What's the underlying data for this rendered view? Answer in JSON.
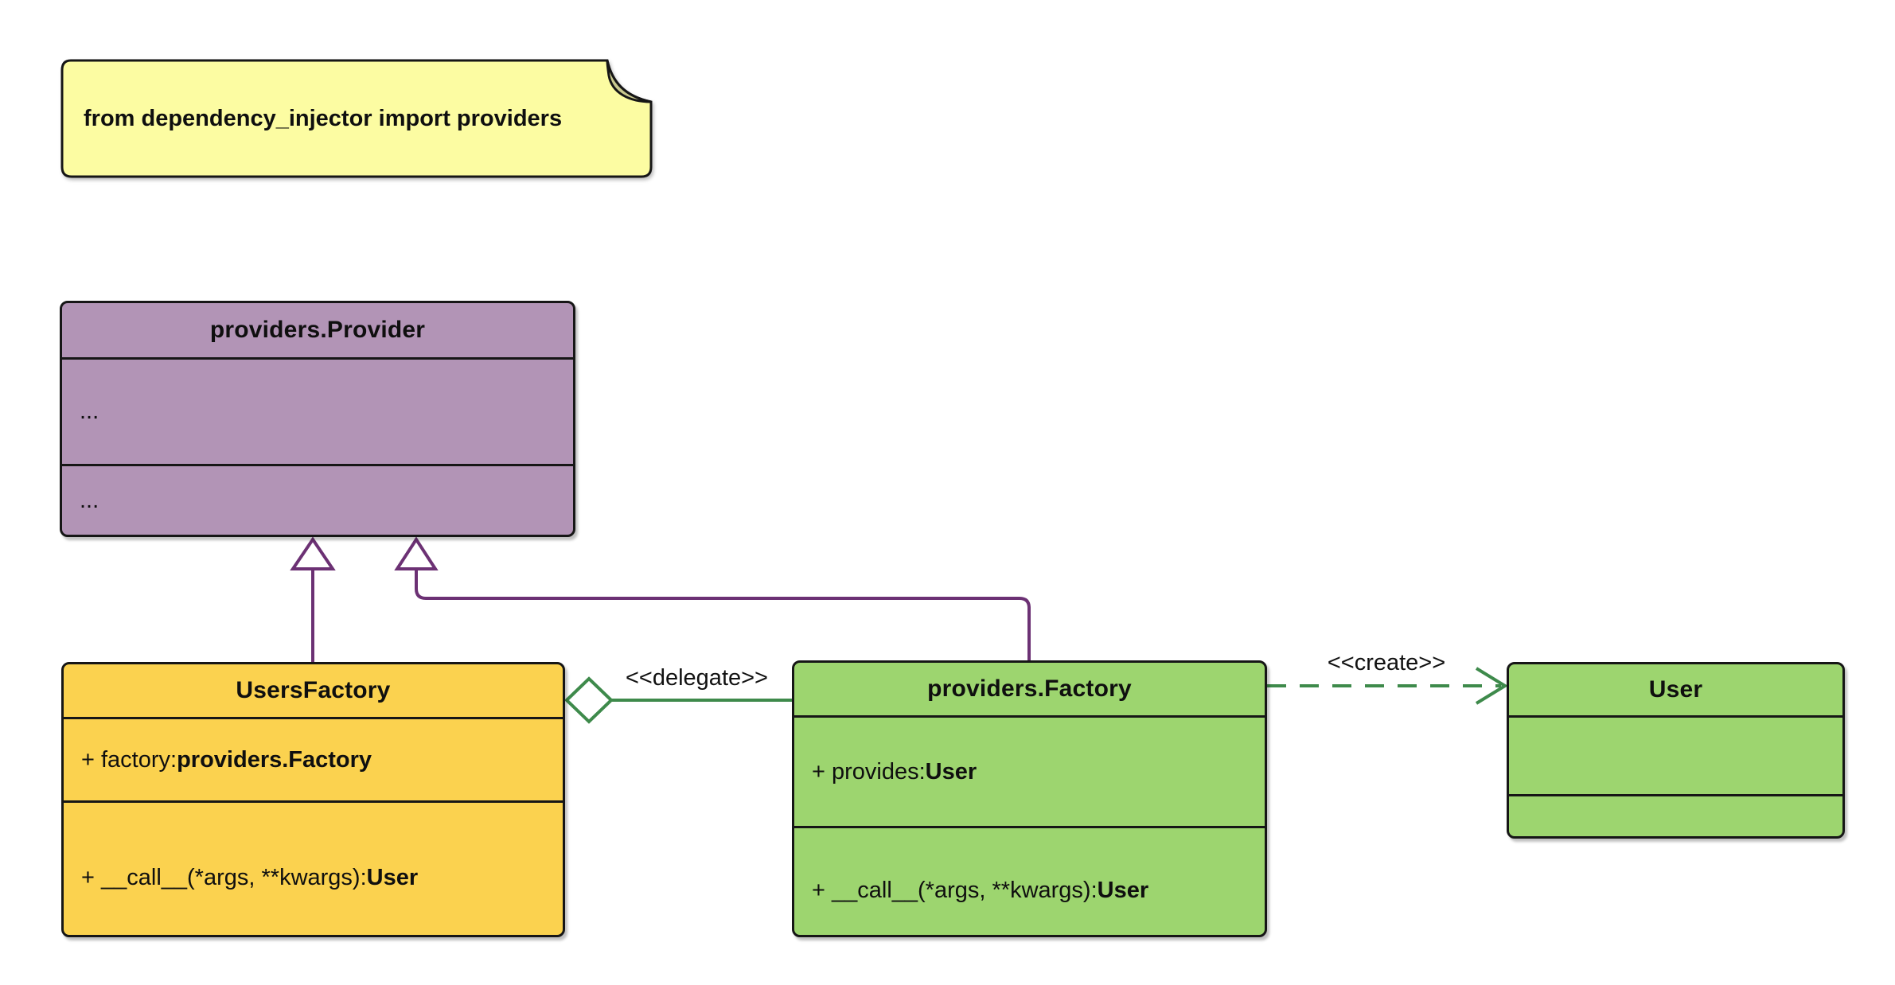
{
  "diagram": {
    "background": "#FFFFFF",
    "note": {
      "text": "from dependency_injector import providers",
      "fill": "#FCFCA2",
      "fold_fill": "#C9C98F",
      "border_color": "#161616"
    },
    "provider_class": {
      "title": "providers.Provider",
      "attributes_placeholder": "...",
      "methods_placeholder": "...",
      "fill": "#B294B6"
    },
    "users_factory_class": {
      "title": "UsersFactory",
      "attribute_plain": "+ factory: ",
      "attribute_bold": "providers.Factory",
      "method_plain": "+ __call__(*args, **kwargs): ",
      "method_bold": "User",
      "fill": "#FBD24F"
    },
    "factory_class": {
      "title": "providers.Factory",
      "attribute_plain": "+ provides: ",
      "attribute_bold": "User",
      "method_plain": "+ __call__(*args, **kwargs): ",
      "method_bold": "User",
      "fill": "#9DD56F"
    },
    "user_class": {
      "title": "User",
      "fill": "#9DD56F"
    },
    "relations": {
      "delegate_label": "<<delegate>>",
      "create_label": "<<create>>",
      "generalization_color": "#6C3174",
      "association_color": "#3E8A4B"
    }
  }
}
